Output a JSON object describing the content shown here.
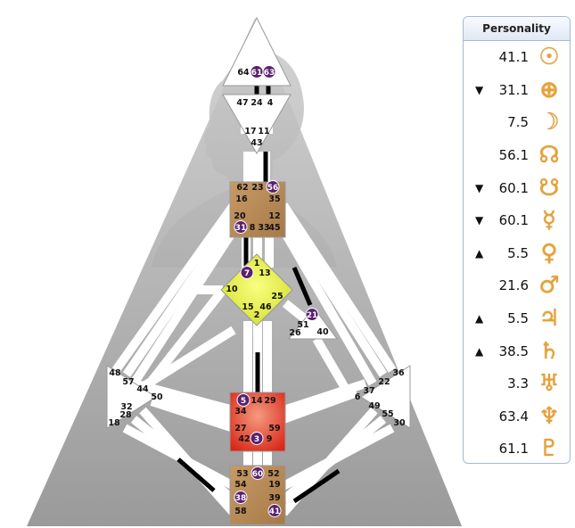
{
  "personality": {
    "title": "Personality",
    "rows": [
      {
        "arrow": "",
        "value": "41.1",
        "glyph": "☉",
        "icon": "sun-icon"
      },
      {
        "arrow": "▼",
        "value": "31.1",
        "glyph": "⊕",
        "icon": "earth-icon"
      },
      {
        "arrow": "",
        "value": "7.5",
        "glyph": "☽",
        "icon": "moon-icon"
      },
      {
        "arrow": "",
        "value": "56.1",
        "glyph": "☊",
        "icon": "north-node-icon"
      },
      {
        "arrow": "▼",
        "value": "60.1",
        "glyph": "☋",
        "icon": "south-node-icon"
      },
      {
        "arrow": "▼",
        "value": "60.1",
        "glyph": "☿",
        "icon": "mercury-icon"
      },
      {
        "arrow": "▲",
        "value": "5.5",
        "glyph": "♀",
        "icon": "venus-icon"
      },
      {
        "arrow": "",
        "value": "21.6",
        "glyph": "♂",
        "icon": "mars-icon"
      },
      {
        "arrow": "▲",
        "value": "5.5",
        "glyph": "♃",
        "icon": "jupiter-icon"
      },
      {
        "arrow": "▲",
        "value": "38.5",
        "glyph": "♄",
        "icon": "saturn-icon"
      },
      {
        "arrow": "",
        "value": "3.3",
        "glyph": "♅",
        "icon": "uranus-icon"
      },
      {
        "arrow": "",
        "value": "63.4",
        "glyph": "♆",
        "icon": "neptune-icon"
      },
      {
        "arrow": "",
        "value": "61.1",
        "glyph": "♇",
        "icon": "pluto-icon"
      }
    ]
  },
  "colors": {
    "activated_gate": "#5a2170",
    "defined_channel": "#000000",
    "g_center": "#e6f04a",
    "sacral_center": "#e04030",
    "motor_center": "#b88c55",
    "planet_symbol": "#e8a230"
  },
  "bodygraph": {
    "head": {
      "gates": [
        "64",
        "61",
        "63"
      ],
      "active": [
        "61",
        "63"
      ]
    },
    "ajna": {
      "gates": [
        "47",
        "24",
        "4",
        "17",
        "11",
        "43"
      ]
    },
    "throat": {
      "gates": [
        "62",
        "23",
        "56",
        "16",
        "35",
        "20",
        "12",
        "31",
        "8",
        "33",
        "45"
      ],
      "active": [
        "56",
        "31"
      ]
    },
    "g": {
      "gates": [
        "1",
        "7",
        "13",
        "10",
        "25",
        "15",
        "46",
        "2"
      ],
      "active": [
        "7"
      ]
    },
    "heart": {
      "gates": [
        "21",
        "51",
        "26",
        "40"
      ],
      "active": [
        "21"
      ]
    },
    "spleen": {
      "gates": [
        "48",
        "57",
        "44",
        "50",
        "32",
        "28",
        "18"
      ]
    },
    "solar_plexus": {
      "gates": [
        "36",
        "22",
        "37",
        "6",
        "49",
        "55",
        "30"
      ]
    },
    "sacral": {
      "gates": [
        "5",
        "14",
        "29",
        "34",
        "27",
        "59",
        "42",
        "3",
        "9"
      ],
      "active": [
        "5",
        "3"
      ]
    },
    "root": {
      "gates": [
        "53",
        "60",
        "52",
        "54",
        "19",
        "38",
        "39",
        "58",
        "41"
      ],
      "active": [
        "60",
        "38",
        "41"
      ]
    }
  }
}
